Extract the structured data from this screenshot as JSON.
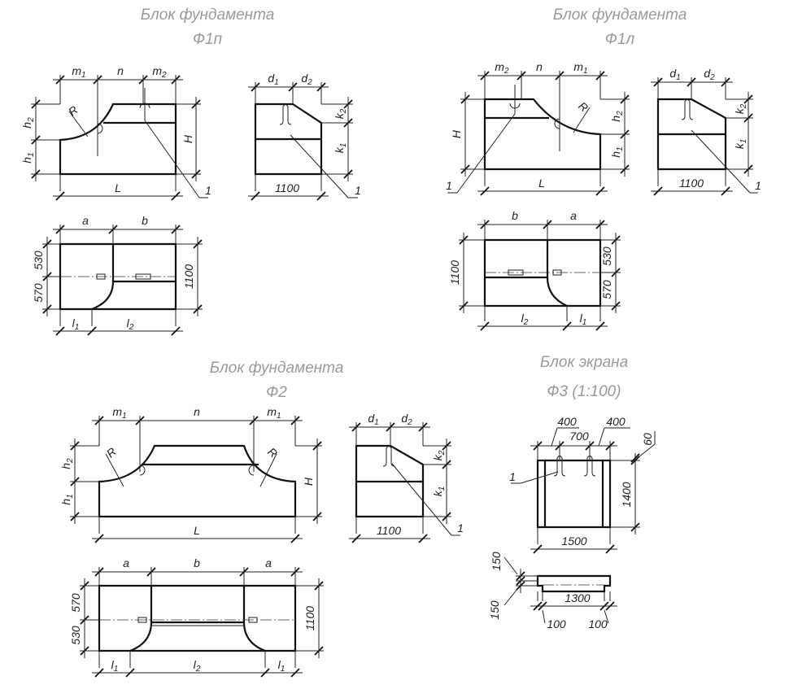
{
  "drawings": {
    "f1p": {
      "title": "Блок фундамента",
      "code": "Ф1п",
      "labels": {
        "m1": "m1",
        "n": "n",
        "m2": "m2",
        "h2": "h2",
        "h1": "h1",
        "H": "H",
        "L": "L",
        "R": "R",
        "leader_front": "1",
        "d1": "d1",
        "d2": "d2",
        "k2": "k2",
        "k1": "k1",
        "width": "1100",
        "leader_side": "1",
        "a": "a",
        "b": "b",
        "p530": "530",
        "p570": "570",
        "plan_width": "1100",
        "l1": "l1",
        "l2": "l2"
      }
    },
    "f1l": {
      "title": "Блок фундамента",
      "code": "Ф1л",
      "labels": {
        "m2": "m2",
        "n": "n",
        "m1": "m1",
        "H": "H",
        "h2": "h2",
        "h1": "h1",
        "L": "L",
        "R": "R",
        "leader_front": "1",
        "d1": "d1",
        "d2": "d2",
        "k2": "k2",
        "k1": "k1",
        "width": "1100",
        "leader_side": "1",
        "b": "b",
        "a": "a",
        "plan_width": "1100",
        "p530": "530",
        "p570": "570",
        "l2": "l2",
        "l1": "l1"
      }
    },
    "f2": {
      "title": "Блок фундамента",
      "code": "Ф2",
      "labels": {
        "m1a": "m1",
        "n": "n",
        "m1b": "m1",
        "h2": "h2",
        "h1": "h1",
        "H": "H",
        "L": "L",
        "Ra": "R",
        "Rb": "R",
        "d1": "d1",
        "d2": "d2",
        "k2": "k2",
        "k1": "k1",
        "width": "1100",
        "leader_side": "1",
        "a1": "a",
        "b": "b",
        "a2": "a",
        "p570": "570",
        "p530": "530",
        "plan_width": "1100",
        "l1a": "l1",
        "l2": "l2",
        "l1b": "l1"
      }
    },
    "f3": {
      "title": "Блок экрана",
      "code": "Ф3 (1:100)",
      "labels": {
        "w400a": "400",
        "w700": "700",
        "w400b": "400",
        "t60": "60",
        "h1400": "1400",
        "w1500": "1500",
        "leader": "1",
        "s150a": "150",
        "w1300": "1300",
        "s150b": "150",
        "e100a": "100",
        "e100b": "100"
      }
    }
  }
}
